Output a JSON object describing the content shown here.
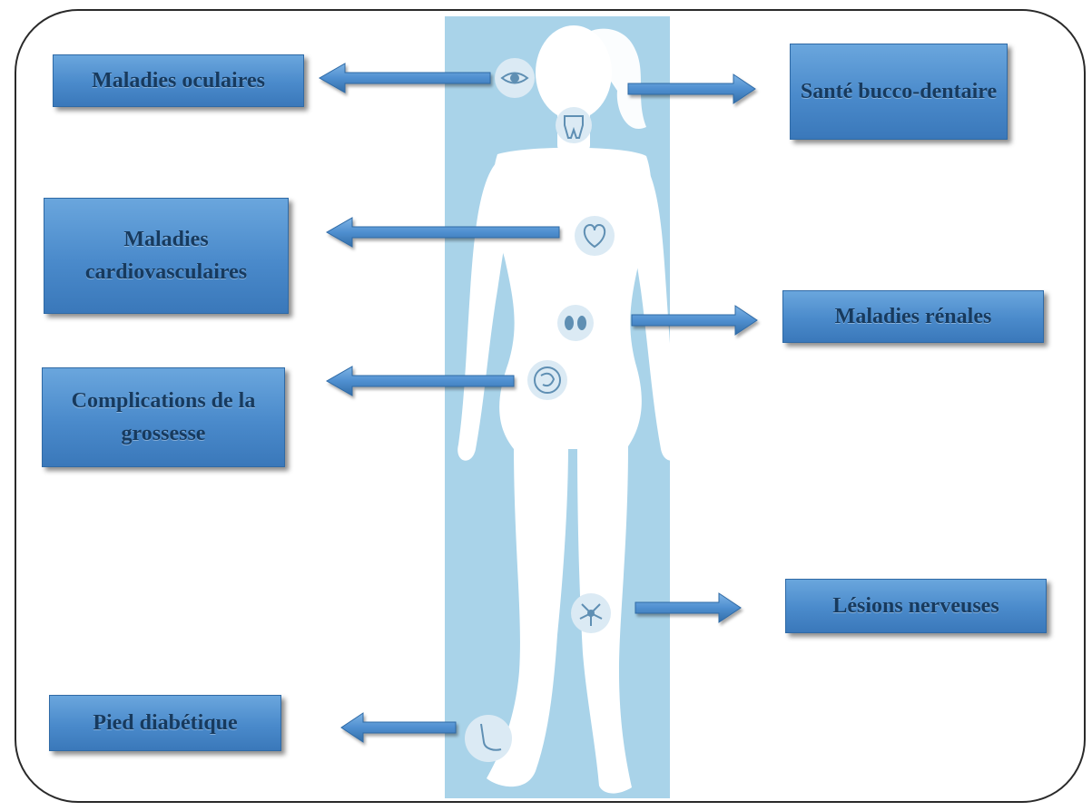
{
  "diagram": {
    "labels": {
      "eye": "Maladies oculaires",
      "oral": "Santé bucco-dentaire",
      "cardio": "Maladies cardiovasculaires",
      "renal": "Maladies rénales",
      "pregnancy": "Complications de la grossesse",
      "nerve": "Lésions nerveuses",
      "foot": "Pied diabétique"
    },
    "colors": {
      "panel": "#a9d3e9",
      "box": "#4a8acb",
      "box_text": "#173a5e",
      "body_silhouette": "#ffffff"
    },
    "icons": [
      "eye-icon",
      "tooth-icon",
      "heart-icon",
      "kidney-icon",
      "fetus-icon",
      "neuron-icon",
      "foot-icon"
    ]
  }
}
